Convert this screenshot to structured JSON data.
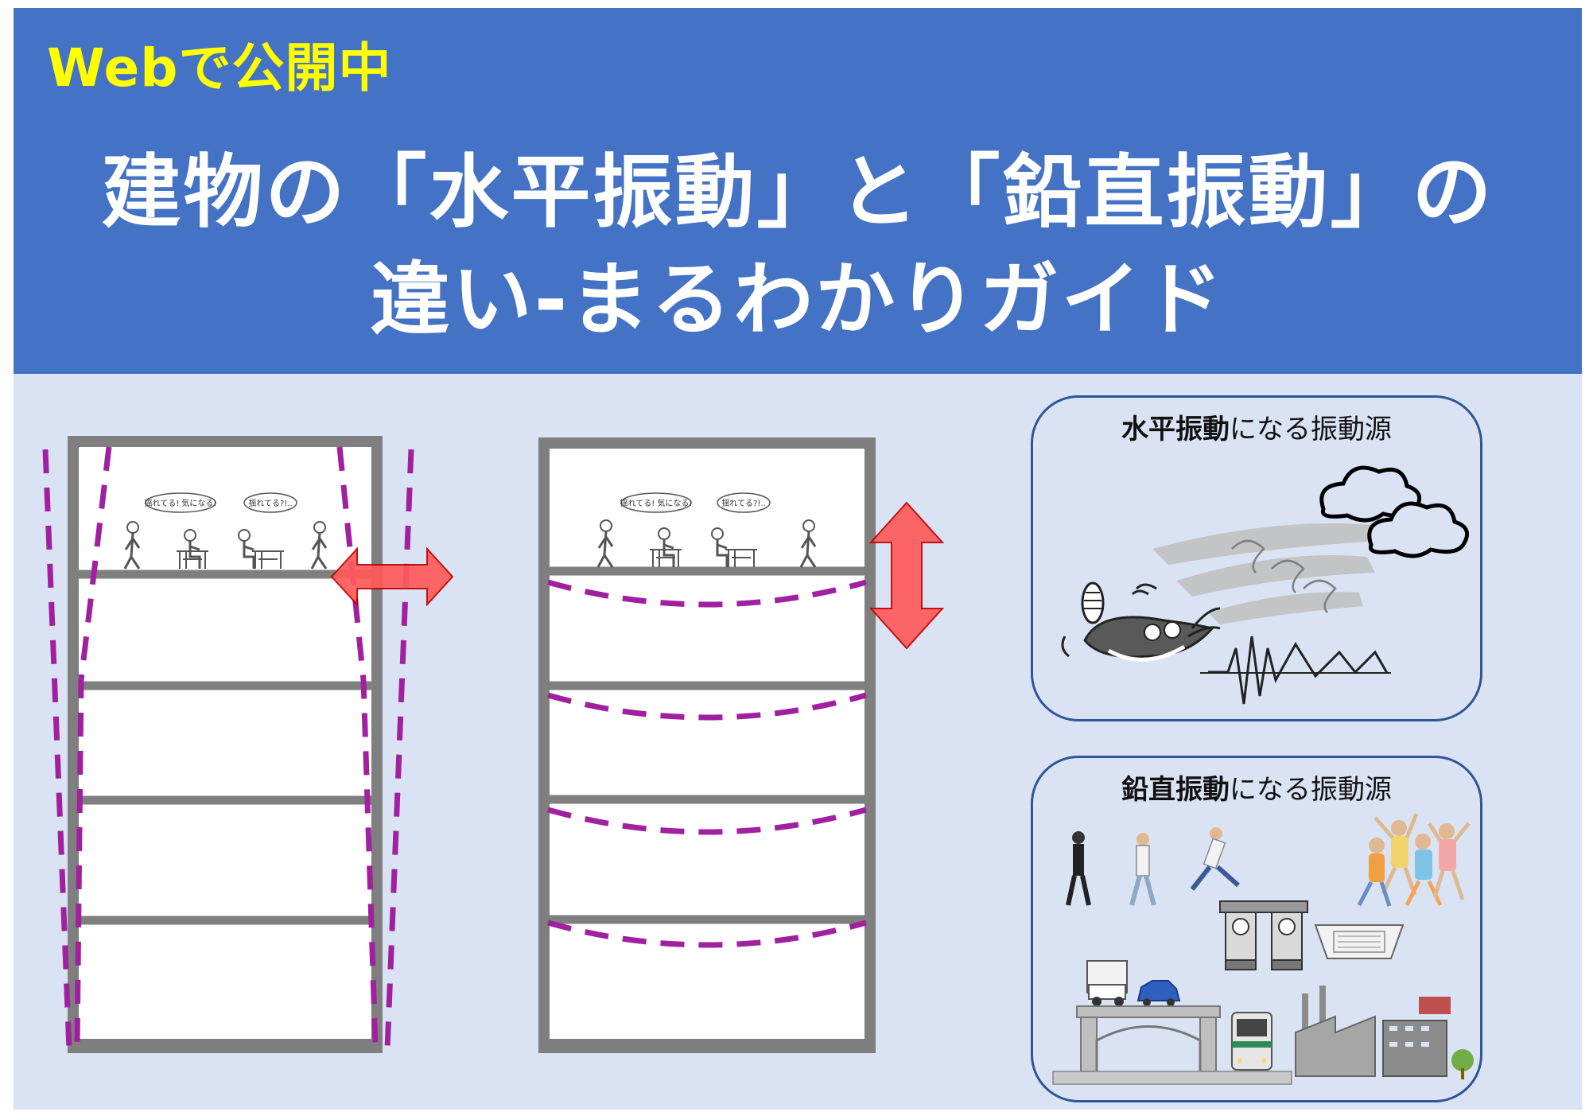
{
  "header": {
    "badge": "Webで公開中",
    "badge_color": "#ffff00",
    "title_line1": "建物の「水平振動」と「鉛直振動」の",
    "title_line2": "違い-まるわかりガイド",
    "background": "#4472c4"
  },
  "diagram": {
    "speech_bubbles": [
      "揺れてる! 気になる!",
      "揺れてる?!.."
    ],
    "mode_colors": {
      "deformation": "#a020a0",
      "arrow": "#e84c4c",
      "frame": "#7f7f7f"
    }
  },
  "sources": {
    "horizontal": {
      "title_bold": "水平振動",
      "title_rest": "になる振動源",
      "icons": [
        "cloud-icon",
        "wind-icon",
        "catfish-icon",
        "seismic-wave-icon"
      ]
    },
    "vertical": {
      "title_bold": "鉛直振動",
      "title_rest": "になる振動源",
      "icons": [
        "walking-people-icon",
        "dancing-crowd-icon",
        "machinery-icon",
        "air-conditioner-icon",
        "truck-icon",
        "car-icon",
        "bridge-icon",
        "train-icon",
        "factory-icon"
      ]
    }
  }
}
